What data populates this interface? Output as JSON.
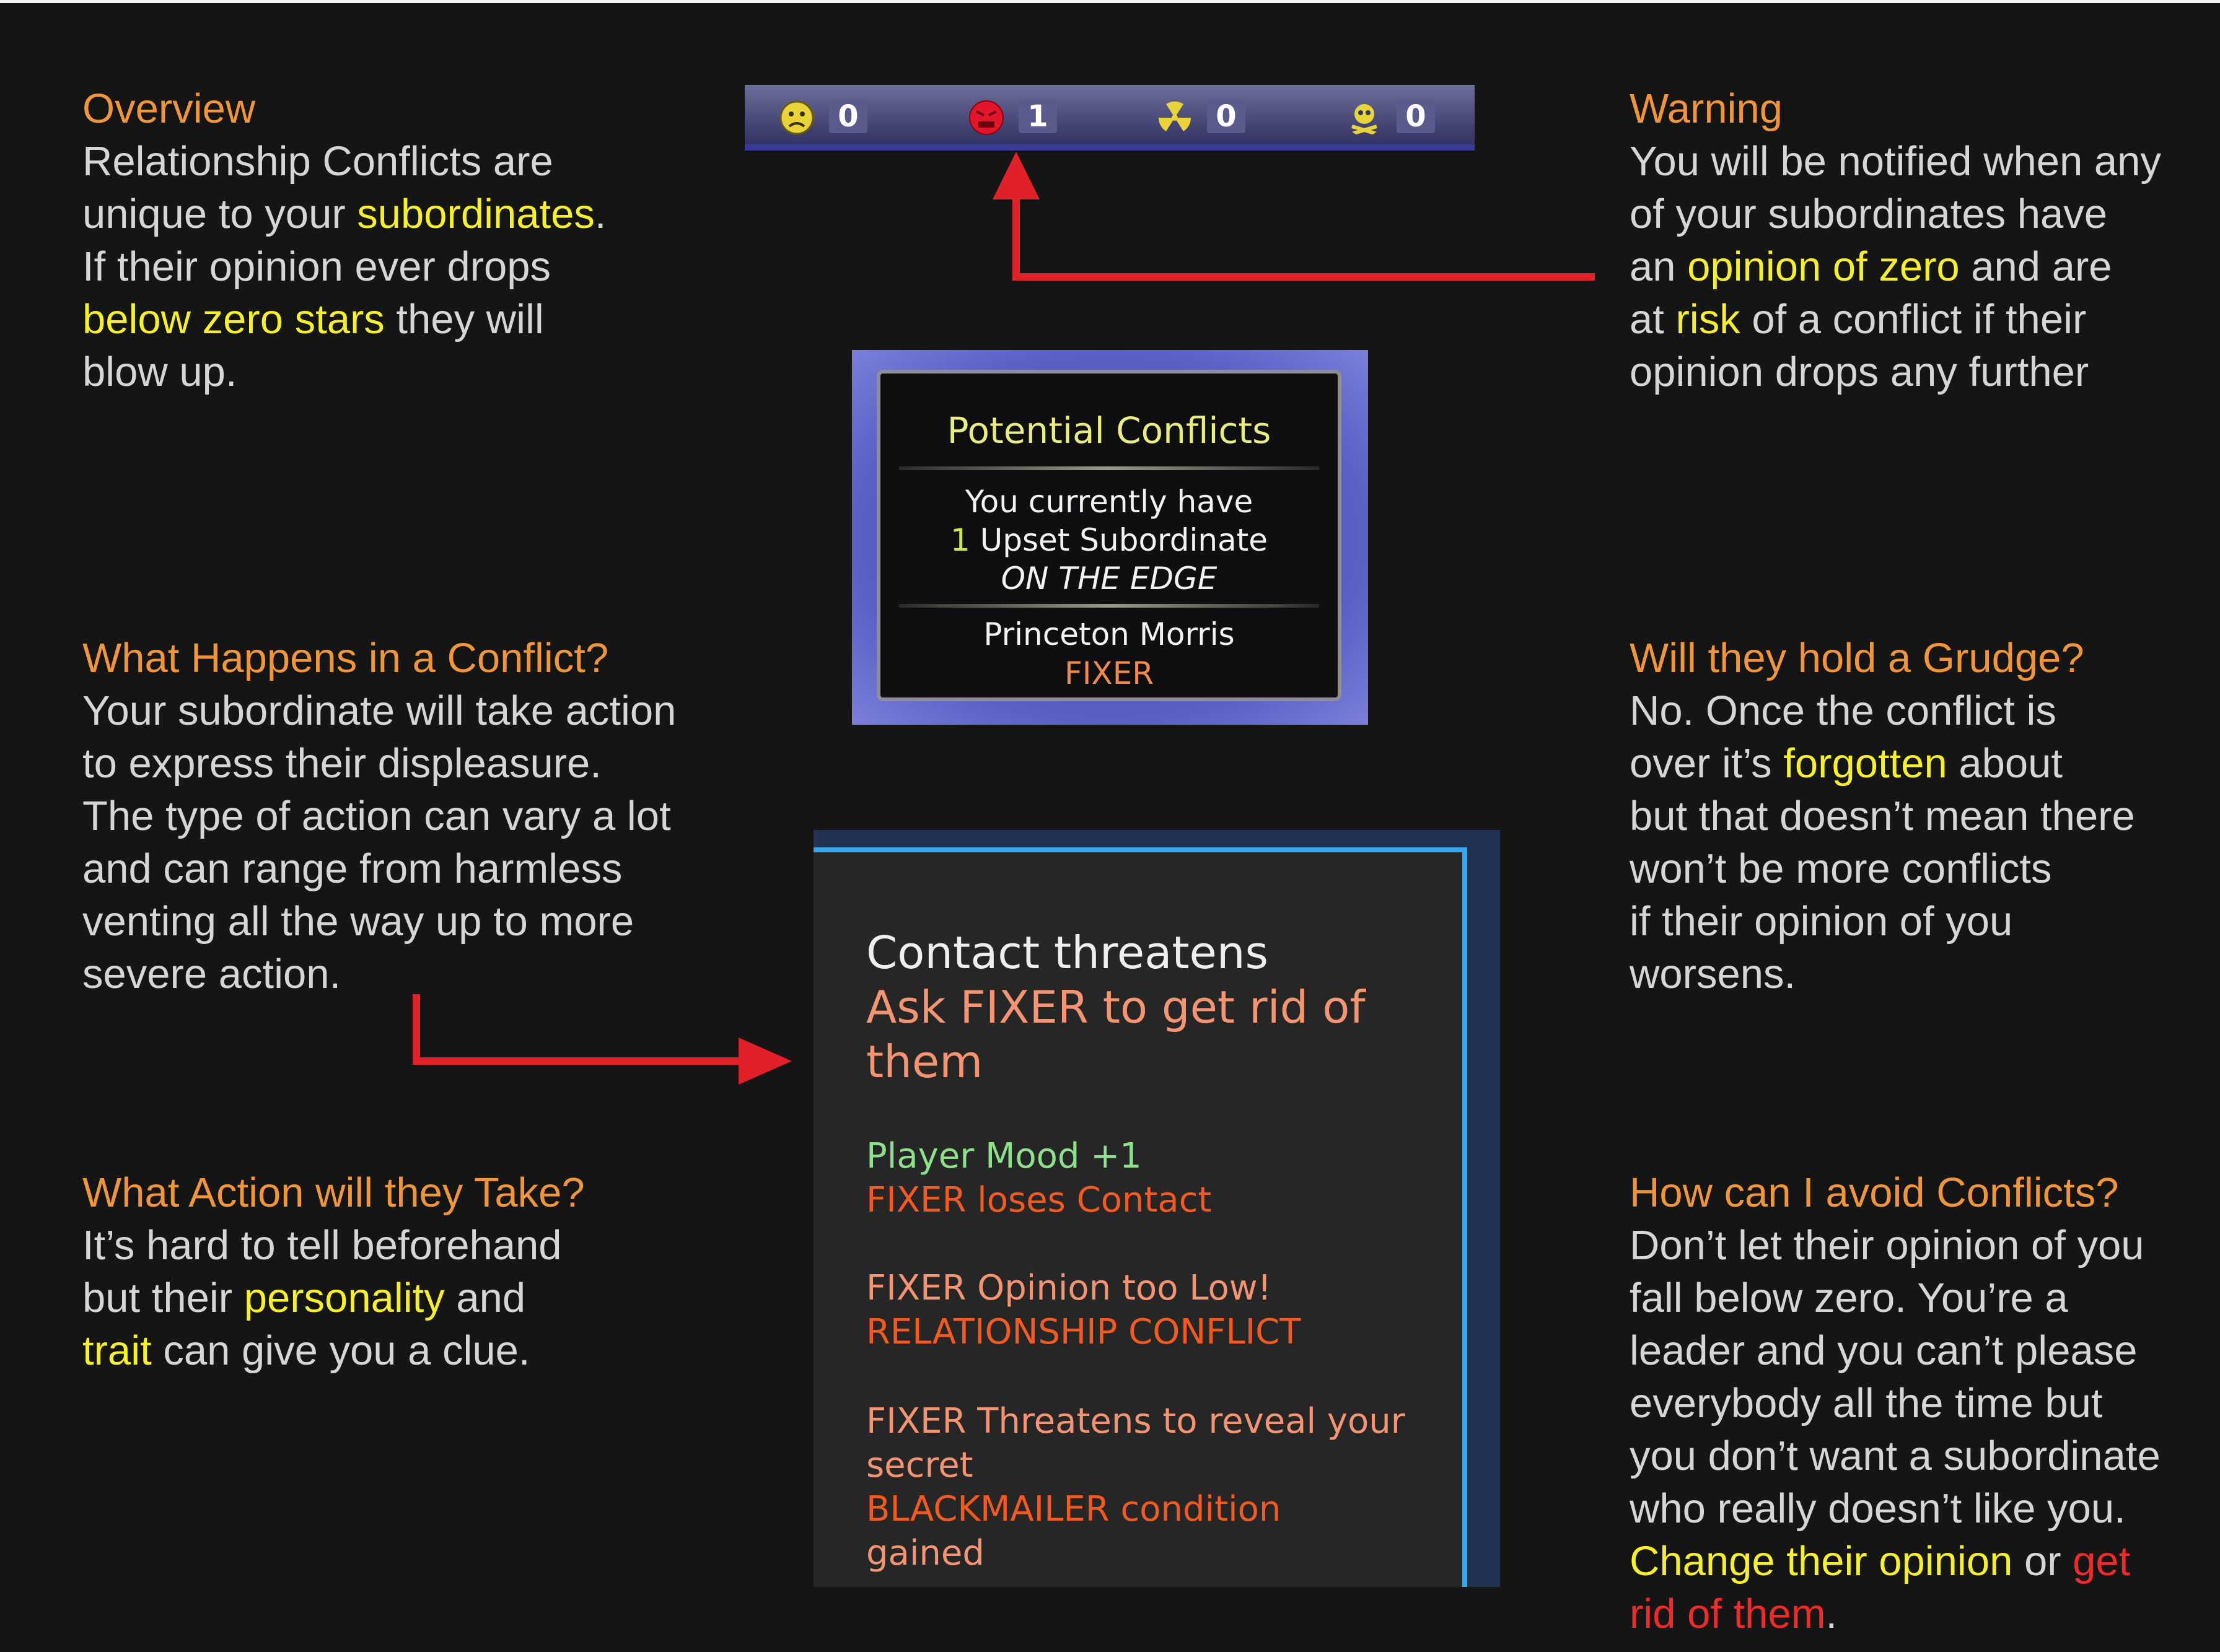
{
  "overview": {
    "heading": "Overview",
    "t1": "Relationship Conflicts are",
    "t2a": "unique to your ",
    "t2b": "subordinates",
    "t2c": ".",
    "t3": "If their opinion ever drops",
    "t4a": "below zero stars",
    "t4b": " they will",
    "t5": "blow up."
  },
  "warning": {
    "heading": "Warning",
    "t1": "You will be notified when any",
    "t2": "of your subordinates have",
    "t3a": "an ",
    "t3b": "opinion of zero",
    "t3c": " and are",
    "t4a": "at ",
    "t4b": "risk",
    "t4c": " of a conflict if their",
    "t5": "opinion drops any further"
  },
  "what_happens": {
    "heading": "What Happens in a Conflict?",
    "t1": "Your subordinate will take action",
    "t2": "to express their displeasure.",
    "t3": "The type of action can vary a lot",
    "t4": "and can range from harmless",
    "t5": "venting all the way up to more",
    "t6": "severe action."
  },
  "grudge": {
    "heading": "Will they hold a Grudge?",
    "t1": "No. Once the conflict is",
    "t2a": "over it’s ",
    "t2b": "forgotten",
    "t2c": " about",
    "t3": "but that doesn’t mean there",
    "t4": "won’t be more conflicts",
    "t5": "if their opinion of you",
    "t6": "worsens."
  },
  "action": {
    "heading": "What Action will they Take?",
    "t1": "It’s hard to tell beforehand",
    "t2a": "but their ",
    "t2b": "personality",
    "t2c": " and",
    "t3a": "trait",
    "t3b": " can give you a clue."
  },
  "avoid": {
    "heading": "How can I avoid Conflicts?",
    "t1": "Don’t let their opinion of you",
    "t2": "fall below zero. You’re a",
    "t3": "leader and you can’t please",
    "t4": "everybody all the time but",
    "t5": "you don’t want a subordinate",
    "t6": "who really doesn’t like you.",
    "t7a": "Change their opinion",
    "t7b": " or ",
    "t7c": "get",
    "t8a": "rid of them",
    "t8b": "."
  },
  "status_bar": {
    "items": [
      {
        "icon": "sad-face-icon",
        "count": "0"
      },
      {
        "icon": "angry-face-icon",
        "count": "1"
      },
      {
        "icon": "radiation-icon",
        "count": "0"
      },
      {
        "icon": "skull-icon",
        "count": "0"
      }
    ]
  },
  "potential_conflicts": {
    "title": "Potential Conflicts",
    "line1": "You currently have",
    "count": "1",
    "line2": " Upset Subordinate",
    "line3": "ON THE EDGE",
    "name": "Princeton Morris",
    "role": "FIXER"
  },
  "contact": {
    "title": "Contact threatens",
    "sub1": "Ask FIXER to get rid of",
    "sub2": "them",
    "mood": "Player Mood +1",
    "loses": "FIXER loses Contact",
    "opinion": "FIXER Opinion too Low!",
    "conflict": "RELATIONSHIP CONFLICT",
    "threat1": "FIXER Threatens to reveal your",
    "threat2": "secret",
    "black1": "BLACKMAILER condition",
    "black2": "gained"
  },
  "colors": {
    "background": "#151515",
    "heading": "#f0953a",
    "body_text": "#d6d6d6",
    "highlight": "#f6f02a",
    "arrow": "#e2202a"
  }
}
